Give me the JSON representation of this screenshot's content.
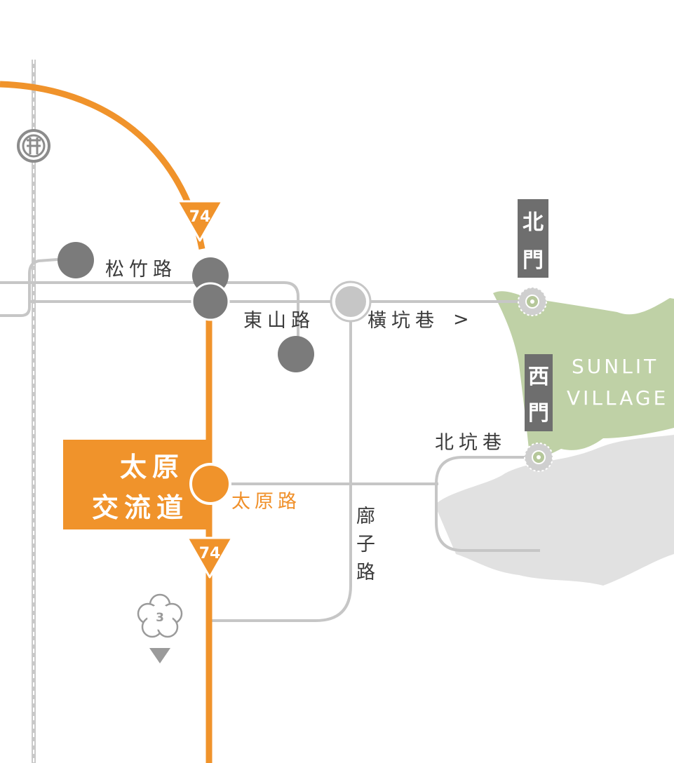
{
  "roads": {
    "songzhu": "松竹路",
    "dongshan": "東山路",
    "henkeng": "橫坑巷",
    "henkeng_arrow": ">",
    "beikeng": "北坑巷",
    "miaozi_chars": [
      "廍",
      "子",
      "路"
    ],
    "taiyuan": "太原路"
  },
  "interchange": {
    "line1": "太原",
    "line2": "交流道"
  },
  "gates": {
    "north": [
      "北",
      "門"
    ],
    "west": [
      "西",
      "門"
    ]
  },
  "village": {
    "line1": "SUNLIT",
    "line2": "VILLAGE"
  },
  "highway": {
    "number_top": "74",
    "number_bottom": "74"
  },
  "route": {
    "number": "3"
  },
  "colors": {
    "highway": "#f0932b",
    "road": "#c6c6c6",
    "node": "#7b7b7b",
    "village_area": "#bfd1a6",
    "grey_area": "#e1e1e1",
    "gate_bg": "#6e6e6e"
  },
  "icons": {
    "hsr_icon": "circled-rail-icon",
    "gate_marker": "target-circle-icon",
    "route3_icon": "flower-route-shield-icon",
    "arrow": "triangle-down-icon"
  }
}
